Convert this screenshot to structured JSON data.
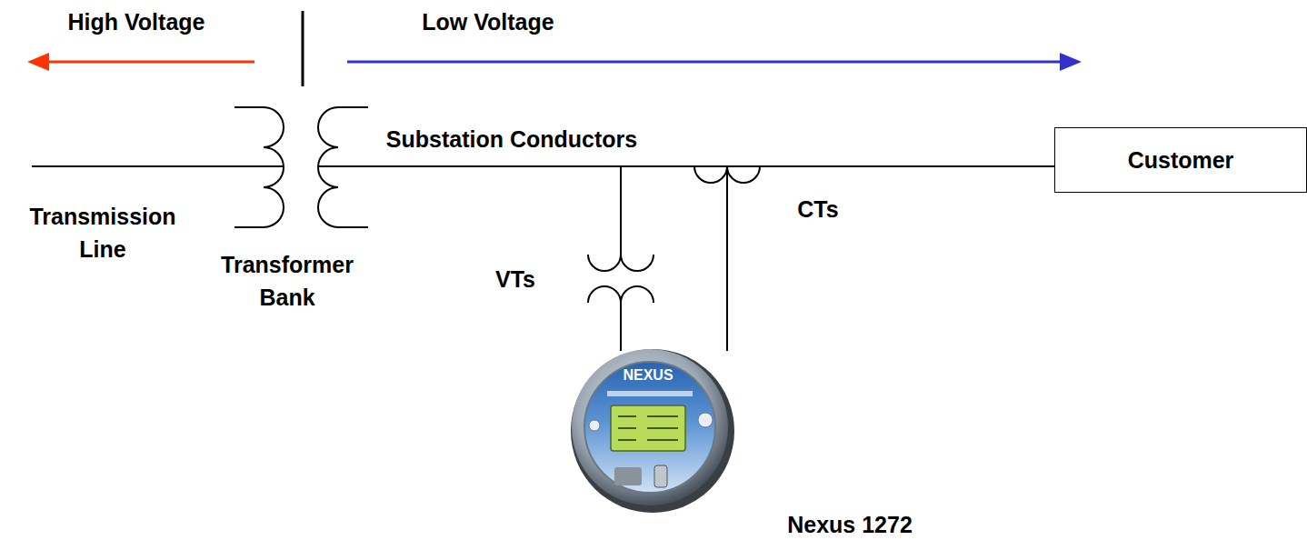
{
  "diagram": {
    "nodes": [
      {
        "text": [
          "Customer"
        ]
      }
    ],
    "labels": [
      "High Voltage",
      "Low Voltage",
      "Substation Conductors",
      "Transmission Line",
      "Transformer Bank",
      "VTs",
      "CTs",
      "NEXUS",
      "Nexus 1272"
    ]
  }
}
